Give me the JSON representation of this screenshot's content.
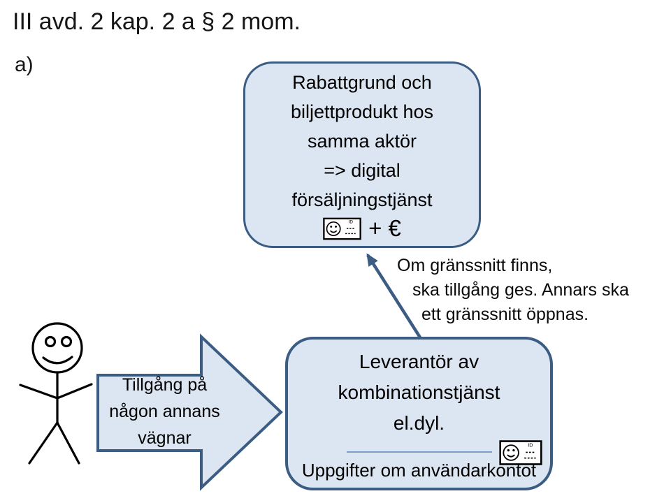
{
  "title": "III avd. 2 kap. 2 a § 2 mom.",
  "section_label": "a)",
  "colors": {
    "box_fill": "#dce6f2",
    "box_border": "#3b5c83",
    "divider_line": "#7d9dc7",
    "text": "#000000"
  },
  "icons": {
    "top_box_icon": "user-account-card-icon",
    "bottom_box_icon": "user-account-card-icon",
    "left_figure": "stick-figure-person",
    "connector": "up-left-arrow"
  },
  "top_box": {
    "lines": [
      "Rabattgrund och",
      "biljettprodukt hos",
      "samma aktör",
      "=> digital",
      "försäljningstjänst"
    ],
    "icon_suffix": "+ €"
  },
  "connector_note": {
    "lines": [
      "Om gränssnitt finns,",
      "ska tillgång ges. Annars ska",
      "ett gränssnitt öppnas."
    ]
  },
  "flow_arrow": {
    "lines": [
      "Tillgång på",
      "någon annans",
      "vägnar"
    ]
  },
  "bottom_box": {
    "lines": [
      "Leverantör av",
      "kombinationstjänst",
      "el.dyl."
    ],
    "footer": "Uppgifter om användarkontot"
  }
}
